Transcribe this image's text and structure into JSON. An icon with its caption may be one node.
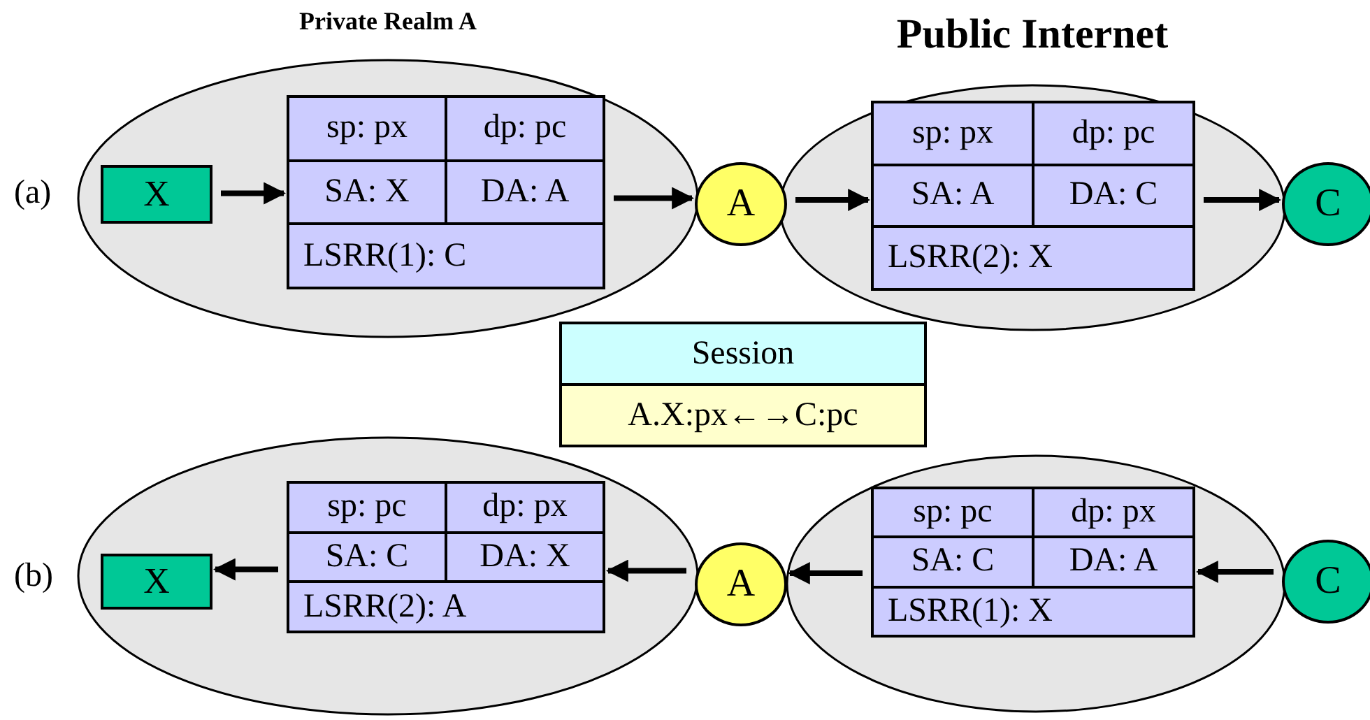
{
  "diagram": {
    "nodes": [
      {
        "text": [
          "Private Realm A"
        ]
      },
      {
        "text": [
          "X"
        ],
        "in": 0
      },
      {
        "text": [
          "sp: px",
          "dp: pc",
          "SA: X",
          "DA: A",
          "LSRR(1): C"
        ],
        "in": 0
      },
      {
        "text": [
          "A"
        ]
      },
      {
        "text": [
          "Public Internet"
        ]
      },
      {
        "text": [
          "sp: px",
          "dp: pc",
          "SA: A",
          "DA: C",
          "LSRR(2): X"
        ],
        "in": 4
      },
      {
        "text": [
          "C"
        ]
      },
      {
        "text": [
          "Session",
          "A.X:px←→C:pc"
        ]
      },
      {
        "text": [],
        "shape": "ellipse"
      },
      {
        "text": [
          "X"
        ],
        "in": 8
      },
      {
        "text": [
          "sp: pc",
          "dp: px",
          "SA: C",
          "DA: X",
          "LSRR(2): A"
        ],
        "in": 8
      },
      {
        "text": [
          "A"
        ]
      },
      {
        "text": [],
        "shape": "ellipse"
      },
      {
        "text": [
          "sp: pc",
          "dp: px",
          "SA: C",
          "DA: A",
          "LSRR(1): X"
        ],
        "in": 12
      },
      {
        "text": [
          "C"
        ]
      }
    ],
    "edges": [
      {
        "from": 1,
        "to": 2,
        "arrow": "to"
      },
      {
        "from": 2,
        "to": 3,
        "arrow": "to"
      },
      {
        "from": 3,
        "to": 5,
        "arrow": "to"
      },
      {
        "from": 5,
        "to": 6,
        "arrow": "to"
      },
      {
        "from": 14,
        "to": 13,
        "arrow": "to"
      },
      {
        "from": 13,
        "to": 11,
        "arrow": "to"
      },
      {
        "from": 11,
        "to": 10,
        "arrow": "to"
      },
      {
        "from": 10,
        "to": 9,
        "arrow": "to"
      }
    ],
    "labels": [
      "(a)",
      "(b)"
    ]
  }
}
